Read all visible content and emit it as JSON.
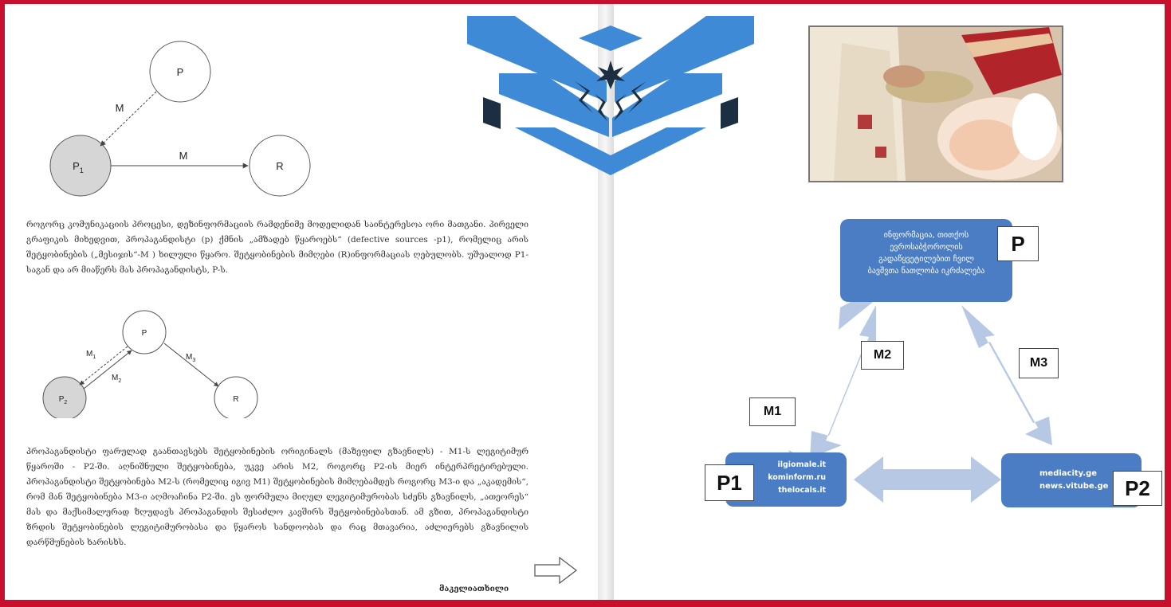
{
  "diagram1": {
    "nodes": {
      "p": "P",
      "p1_base": "P",
      "p1_sub": "1",
      "r": "R"
    },
    "edges": {
      "dashed": "M",
      "solid": "M"
    }
  },
  "paragraph1": "როგორც კომუნიკაციის პროცესი, დეზინფორმაციის რამდენიმე მოდელიდან საინტერესოა ორი მათგანი. პირველი გრაფიკის მიხედვით, პროპაგანდისტი (p) ქმნის „ამზადებ წყაროებს“ (defective sources -p1), რომელიც არის შეტყობინების („მესიჯის“-M ) ხილული წყარო. შეტყობინების მიმღები (R)ინფორმაციას ღებულობს. უშუალოდ P1-საგან და არ მიაწერს მას პროპაგანდისტს, P-ს.",
  "diagram2": {
    "nodes": {
      "p": "P",
      "p2_base": "P",
      "p2_sub": "2",
      "r": "R"
    },
    "edges": {
      "m1_base": "M",
      "m1_sub": "1",
      "m2_base": "M",
      "m2_sub": "2",
      "m3_base": "M",
      "m3_sub": "3"
    }
  },
  "paragraph2": "პროპაგანდისტი ფარულად გაანთავსებს შეტყობინების ორიგინალს (მაზეფილ გზავნილს) - M1-ს ლეგიტიმურ წყაროში - P2-ში. აღნიშნული შეტყობინება, უკვე არის M2, როგორც P2-ის მიერ ინტერპრეტირებული. პროპაგანდისტი შეტყობინება M2-ს (რომელიც იგივ M1) შეტყობინების მიმღებამდეს როგორც M3-ი და „აკადემის“, რომ მან შეტყობინება M3-ი აღმოაჩინა P2-ში. ეს ფორმულა მიღელ ლეგიტიმურობას სძენს გზავნილს, „ათეორეს“ მას და მაქსიმალურად ზღუდავს პროპაგანდის შესაძლო კავშირს შეტყობინებასთან. ამ გზით, პროპაგანდისტი ზრდის შეტყობინების ლეგიტიმურობასა და წყაროს სანდოობას და რაც მთავარია, აძლიერებს გზავნილის დარწმუნების ხარისხს.",
  "caption": "მაკელიათხილი",
  "diagram3": {
    "top_box_lines": [
      "ინფორმაცია, თითქოს",
      "ევროსაბჭოროლის",
      "გადაწყვეტილებით ჩვილ",
      "ბავშვთა ნათლობა იკრძალება"
    ],
    "left_box_lines": [
      "ilgiomale.it",
      "kominform.ru",
      "thelocals.it"
    ],
    "right_box_lines": [
      "mediacity.ge",
      "news.vitube.ge"
    ],
    "tags": {
      "p": "P",
      "p1": "P1",
      "p2": "P2",
      "m1": "M1",
      "m2": "M2",
      "m3": "M3"
    }
  },
  "colors": {
    "frame": "#c8102e",
    "box": "#4a7dc3",
    "arrow": "#b7c8e4",
    "logo": "#3f8ad6",
    "logo_dark": "#1b2e42"
  },
  "icons": {
    "logo": "winged-star-emblem",
    "photo": "baptism-photo",
    "arrow": "outline-right-arrow"
  }
}
